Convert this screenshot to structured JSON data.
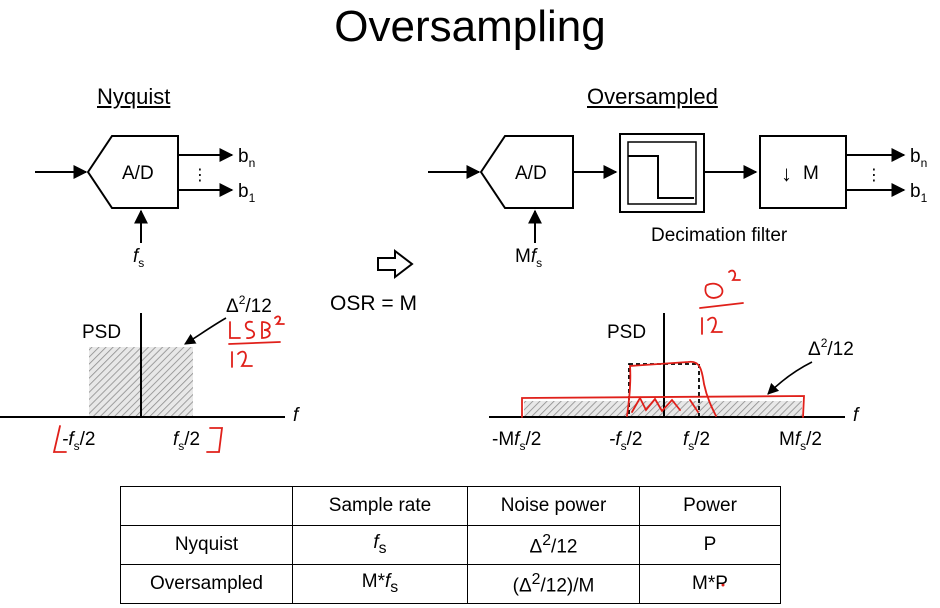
{
  "title": "Oversampling",
  "nyquist": {
    "heading": "Nyquist",
    "adc_label": "A/D",
    "out_top": "b",
    "out_top_sub": "n",
    "out_bottom": "b",
    "out_bottom_sub": "1",
    "dots": "⋮",
    "clock": "f",
    "clock_sub": "s",
    "psd_label": "PSD",
    "noise_label": "Δ",
    "noise_exp": "2",
    "noise_rest": "/12",
    "freq_axis": "f",
    "tick_left_a": "-f",
    "tick_left_sub": "s",
    "tick_left_b": "/2",
    "tick_right_a": "f",
    "tick_right_sub": "s",
    "tick_right_b": "/2"
  },
  "middle": {
    "arrow": "⇨",
    "osr_text": "OSR = M"
  },
  "oversampled": {
    "heading": "Oversampled",
    "adc_label": "A/D",
    "down_arrow": "↓",
    "m_label": "M",
    "decimation_caption": "Decimation filter",
    "out_top": "b",
    "out_top_sub": "n",
    "out_bottom": "b",
    "out_bottom_sub": "1",
    "dots": "⋮",
    "clock_a": "M",
    "clock_b": "f",
    "clock_sub": "s",
    "psd_label": "PSD",
    "noise_label": "Δ",
    "noise_exp": "2",
    "noise_rest": "/12",
    "freq_axis": "f",
    "t1_a": "-M",
    "t1_b": "f",
    "t1_sub": "s",
    "t1_c": "/2",
    "t2_a": "-f",
    "t2_sub": "s",
    "t2_b": "/2",
    "t3_a": "f",
    "t3_sub": "s",
    "t3_b": "/2",
    "t4_a": "M",
    "t4_b": "f",
    "t4_sub": "s",
    "t4_c": "/2"
  },
  "table": {
    "header": [
      "",
      "Sample rate",
      "Noise power",
      "Power"
    ],
    "row1": {
      "label": "Nyquist",
      "rate_a": "f",
      "rate_sub": "s",
      "noise_a": "Δ",
      "noise_exp": "2",
      "noise_b": "/12",
      "power": "P"
    },
    "row2": {
      "label": "Oversampled",
      "rate_a": "M*",
      "rate_b": "f",
      "rate_sub": "s",
      "noise_a": "(Δ",
      "noise_exp": "2",
      "noise_b": "/12)/M",
      "power": "M*P"
    }
  },
  "colors": {
    "ink": "#000000",
    "annotation": "#e0201a",
    "hatch": "#9a9a9a"
  }
}
